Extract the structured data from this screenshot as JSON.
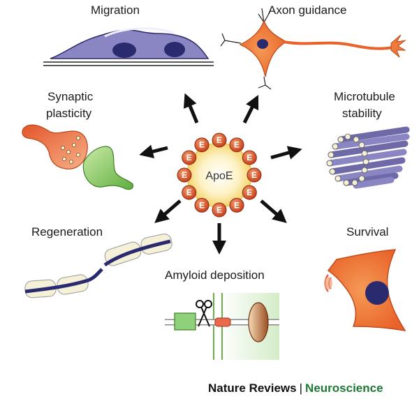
{
  "center": {
    "label": "ApoE",
    "particle_label": "E"
  },
  "functions": {
    "migration": "Migration",
    "axon_guidance": "Axon guidance",
    "synaptic_plasticity_line1": "Synaptic",
    "synaptic_plasticity_line2": "plasticity",
    "microtubule_line1": "Microtubule",
    "microtubule_line2": "stability",
    "regeneration": "Regeneration",
    "survival": "Survival",
    "amyloid": "Amyloid deposition"
  },
  "credit": {
    "journal": "Nature Reviews",
    "separator": "|",
    "section": "Neuroscience"
  },
  "colors": {
    "cell_orange": "#f07a3a",
    "nucleus_navy": "#2a2a6e",
    "migration_purple": "#8a86c4",
    "synapse_green": "#7cc85a",
    "particle_red": "#d9502a",
    "credit_green": "#1e7a34"
  }
}
